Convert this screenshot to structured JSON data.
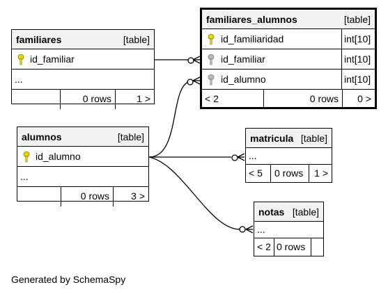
{
  "tables": {
    "familiares": {
      "name": "familiares",
      "kind": "[table]",
      "columns": [
        {
          "name": "id_familiar",
          "key": "pk"
        }
      ],
      "ellipsis": "...",
      "rows": "0 rows",
      "children": "1 >"
    },
    "familiares_alumnos": {
      "name": "familiares_alumnos",
      "kind": "[table]",
      "columns": [
        {
          "name": "id_familiaridad",
          "key": "pk",
          "type": "int[10]"
        },
        {
          "name": "id_familiar",
          "key": "fk",
          "type": "int[10]"
        },
        {
          "name": "id_alumno",
          "key": "fk",
          "type": "int[10]"
        }
      ],
      "parents": "< 2",
      "rows": "0 rows",
      "children": "0 >"
    },
    "alumnos": {
      "name": "alumnos",
      "kind": "[table]",
      "columns": [
        {
          "name": "id_alumno",
          "key": "pk"
        }
      ],
      "ellipsis": "...",
      "rows": "0 rows",
      "children": "3 >"
    },
    "matricula": {
      "name": "matricula",
      "kind": "[table]",
      "ellipsis": "...",
      "parents": "< 5",
      "rows": "0 rows",
      "children": "1 >"
    },
    "notas": {
      "name": "notas",
      "kind": "[table]",
      "ellipsis": "...",
      "parents": "< 2",
      "rows": "0 rows"
    }
  },
  "relationships": [
    {
      "from": "familiares.id_familiar",
      "to": "familiares_alumnos.id_familiar"
    },
    {
      "from": "alumnos.id_alumno",
      "to": "familiares_alumnos.id_alumno"
    },
    {
      "from": "alumnos.id_alumno",
      "to": "matricula"
    },
    {
      "from": "alumnos.id_alumno",
      "to": "notas"
    }
  ],
  "colors": {
    "primary_key": "#e8d800",
    "foreign_key": "#b8b8b8",
    "header_bg": "#f2f2f2"
  },
  "footer": {
    "credit": "Generated by SchemaSpy"
  }
}
